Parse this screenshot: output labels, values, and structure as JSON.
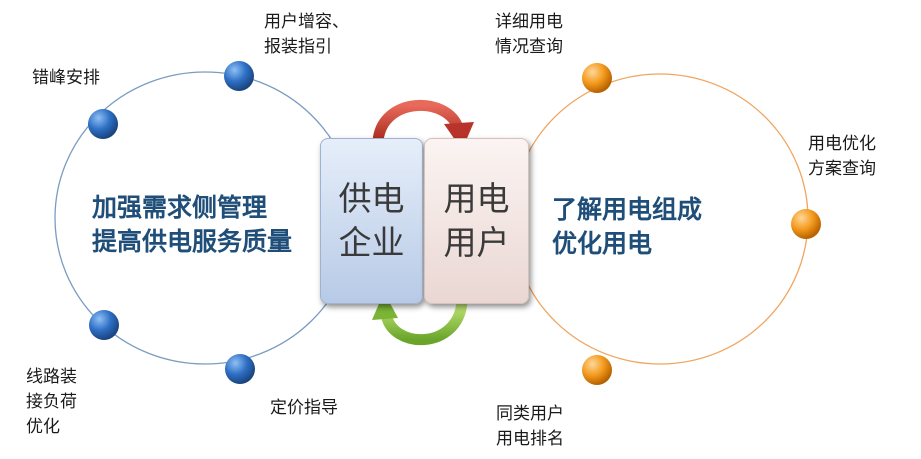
{
  "left": {
    "nodes": [
      "错峰安排",
      "用户增容、\n报装指引",
      "线路装\n接负荷\n优化",
      "定价指导"
    ],
    "headline": [
      "加强需求侧管理",
      "提高供电服务质量"
    ],
    "circle_color": "#7a9cc0",
    "node_color": "#2e6fc4"
  },
  "right": {
    "nodes": [
      "详细用电\n情况查询",
      "用电优化\n方案查询",
      "同类用户\n用电排名"
    ],
    "headline": [
      "了解用电组成",
      "优化用电"
    ],
    "circle_color": "#f0a560",
    "node_color": "#f39a1c"
  },
  "center": {
    "supplier_line1": "供电",
    "supplier_line2": "企业",
    "user_line1": "用电",
    "user_line2": "用户",
    "top_arrow_color": "#c0392b",
    "bottom_arrow_color": "#8dc63f"
  }
}
